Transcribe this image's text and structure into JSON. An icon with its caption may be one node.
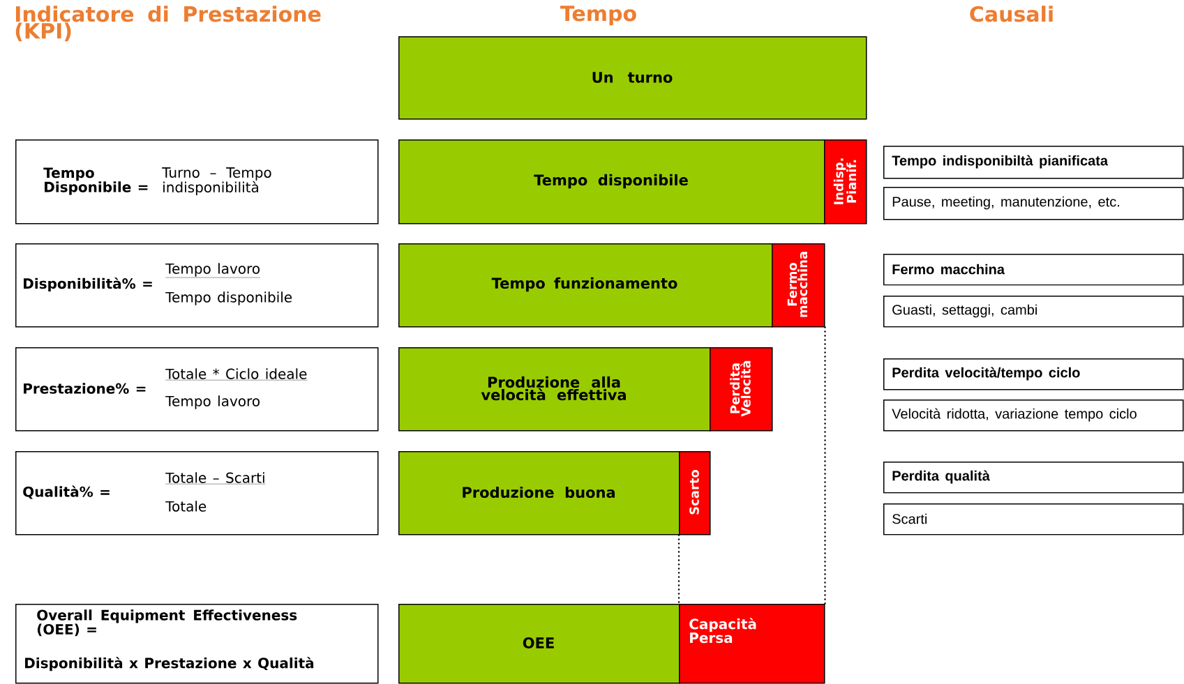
{
  "diagram": {
    "nodes": [
      {
        "text": [
          "Un turno"
        ]
      },
      {
        "text": [
          "Tempo Disponibile =",
          "Turno – Tempo indisponibilità"
        ]
      },
      {
        "text": [
          "Tempo disponibile"
        ]
      },
      {
        "text": [
          "Indisp. Pianif."
        ]
      },
      {
        "text": [
          "Tempo indisponibiltà pianificata"
        ]
      },
      {
        "text": [
          "Pause, meeting, manutenzione, etc."
        ]
      },
      {
        "text": [
          "Disponibilità% =",
          "Tempo lavoro",
          "Tempo disponibile"
        ]
      },
      {
        "text": [
          "Tempo funzionamento"
        ]
      },
      {
        "text": [
          "Fermo macchina"
        ]
      },
      {
        "text": [
          "Fermo macchina"
        ]
      },
      {
        "text": [
          "Guasti, settaggi, cambi"
        ]
      },
      {
        "text": [
          "Prestazione% =",
          "Totale * Ciclo ideale",
          "Tempo lavoro"
        ]
      },
      {
        "text": [
          "Produzione alla velocità effettiva"
        ]
      },
      {
        "text": [
          "Perdita Velocità"
        ]
      },
      {
        "text": [
          "Perdita velocità/tempo ciclo"
        ]
      },
      {
        "text": [
          "Velocità ridotta, variazione tempo ciclo"
        ]
      },
      {
        "text": [
          "Qualità% =",
          "Totale – Scarti",
          "Totale"
        ]
      },
      {
        "text": [
          "Produzione buona"
        ]
      },
      {
        "text": [
          "Scarto"
        ]
      },
      {
        "text": [
          "Perdita qualità"
        ]
      },
      {
        "text": [
          "Scarti"
        ]
      },
      {
        "text": [
          "Overall Equipment Effectiveness (OEE) =",
          "Disponibilità x Prestazione x Qualità"
        ]
      },
      {
        "text": [
          "OEE"
        ]
      },
      {
        "text": [
          "Capacità Persa"
        ]
      }
    ],
    "edges": [
      {
        "from": 8,
        "to": 23,
        "arrow": "none",
        "style": "dashed"
      },
      {
        "from": 18,
        "to": 23,
        "arrow": "none",
        "style": "dashed"
      }
    ],
    "labels": [
      "Indicatore di Prestazione (KPI)",
      "Tempo",
      "Causali"
    ]
  }
}
